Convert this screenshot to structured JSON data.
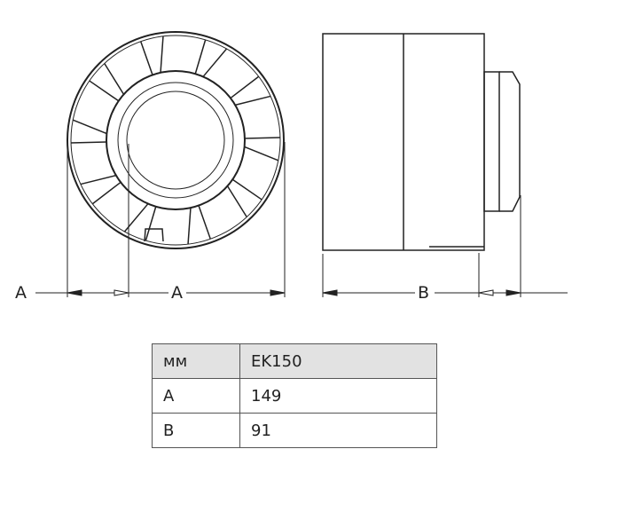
{
  "dimensions": {
    "label_a": "A",
    "label_b": "B"
  },
  "table": {
    "header": [
      "мм",
      "EK150"
    ],
    "rows": [
      [
        "A",
        "149"
      ],
      [
        "B",
        "91"
      ]
    ]
  }
}
